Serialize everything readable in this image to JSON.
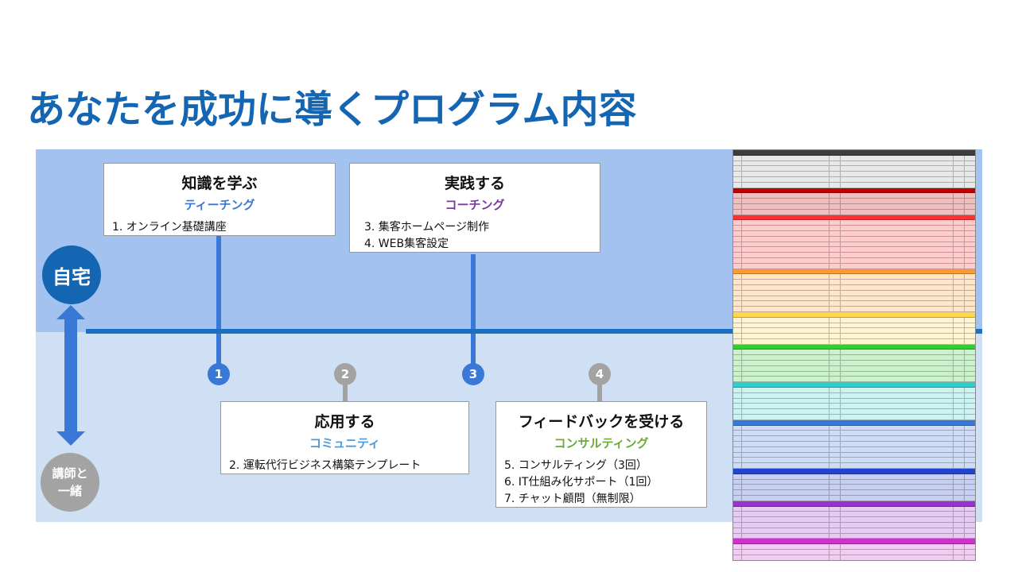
{
  "title": "あなたを成功に導くプログラム内容",
  "axis": {
    "top_label": "自宅",
    "bottom_label_line1": "講師と",
    "bottom_label_line2": "一緒"
  },
  "colors": {
    "title": "#1466b3",
    "band_top": "#a4c2ef",
    "band_bottom": "#cfe0f5",
    "timeline": "#1a6fc2",
    "step_blue": "#3a78d8",
    "step_gray": "#a3a3a3",
    "teaching": "#3a78d8",
    "coaching": "#7a3ca0",
    "community": "#4e9ad8",
    "consulting": "#6bab3a"
  },
  "steps": [
    {
      "number": "1",
      "title": "知識を学ぶ",
      "subtitle": "ティーチング",
      "items": [
        "1. オンライン基礎講座"
      ]
    },
    {
      "number": "2",
      "title": "応用する",
      "subtitle": "コミュニティ",
      "items": [
        "2. 運転代行ビジネス構築テンプレート"
      ]
    },
    {
      "number": "3",
      "title": "実践する",
      "subtitle": "コーチング",
      "items": [
        "3. 集客ホームページ制作",
        "4. WEB集客設定"
      ]
    },
    {
      "number": "4",
      "title": "フィードバックを受ける",
      "subtitle": "コンサルティング",
      "items": [
        "5. コンサルティング（3回）",
        "6. IT仕組み化サポート（1回）",
        "7. チャット顧問（無制限）"
      ]
    }
  ],
  "spreadsheet_image": {
    "icon": "spreadsheet-thumbnail",
    "section_colors": [
      "#3d3d3d",
      "#c00000",
      "#ff3030",
      "#ff9a2e",
      "#ffd84a",
      "#33cc33",
      "#33cccc",
      "#3a78d8",
      "#2244cc",
      "#9933cc",
      "#cc33cc"
    ]
  }
}
